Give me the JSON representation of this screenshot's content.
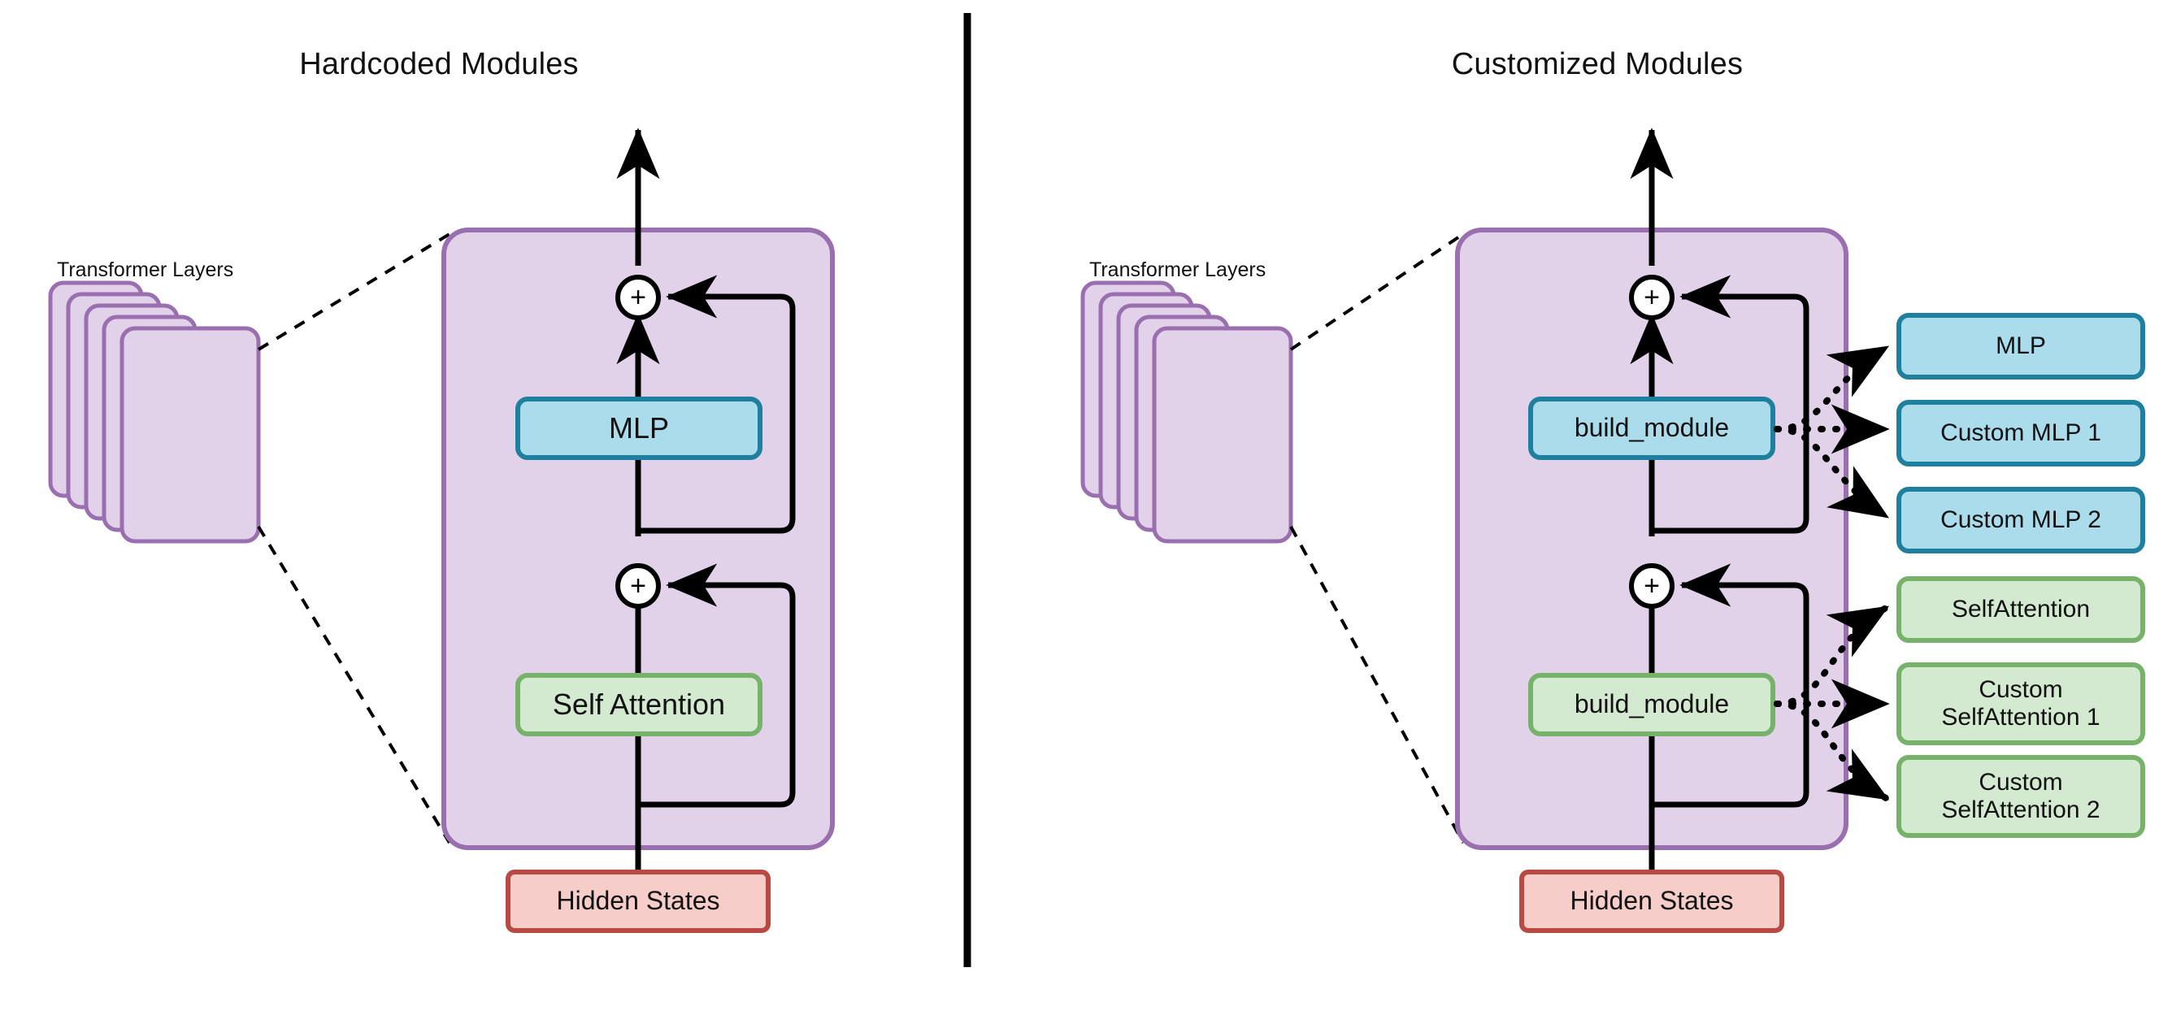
{
  "figure": {
    "kind": "architecture-diagram",
    "background": "#ffffff",
    "divider_color": "#000000"
  },
  "panels": [
    {
      "id": "hardcoded",
      "title": "Hardcoded Modules",
      "stack_label": "Transformer Layers",
      "stack_count": 5,
      "bottom_input": "Hidden States",
      "blocks": [
        {
          "id": "mlp",
          "label": "MLP",
          "kind": "mlp"
        },
        {
          "id": "self-attention",
          "label": "Self Attention",
          "kind": "attention"
        }
      ],
      "adders": [
        "+",
        "+"
      ],
      "module_options": []
    },
    {
      "id": "customized",
      "title": "Customized Modules",
      "stack_label": "Transformer Layers",
      "stack_count": 5,
      "bottom_input": "Hidden States",
      "blocks": [
        {
          "id": "build-module-mlp",
          "label": "build_module",
          "kind": "mlp"
        },
        {
          "id": "build-module-attention",
          "label": "build_module",
          "kind": "attention"
        }
      ],
      "adders": [
        "+",
        "+"
      ],
      "module_options": [
        {
          "id": "mlp",
          "label": "MLP",
          "kind": "mlp",
          "lines": [
            "MLP"
          ]
        },
        {
          "id": "custom-mlp-1",
          "label": "Custom MLP 1",
          "kind": "mlp",
          "lines": [
            "Custom MLP 1"
          ]
        },
        {
          "id": "custom-mlp-2",
          "label": "Custom MLP 2",
          "kind": "mlp",
          "lines": [
            "Custom MLP 2"
          ]
        },
        {
          "id": "selfattention",
          "label": "SelfAttention",
          "kind": "attention",
          "lines": [
            "SelfAttention"
          ]
        },
        {
          "id": "custom-selfattention-1",
          "label": "Custom SelfAttention 1",
          "kind": "attention",
          "lines": [
            "Custom",
            "SelfAttention 1"
          ]
        },
        {
          "id": "custom-selfattention-2",
          "label": "Custom SelfAttention 2",
          "kind": "attention",
          "lines": [
            "Custom",
            "SelfAttention 2"
          ]
        }
      ]
    }
  ],
  "colors": {
    "layer_fill": "#e2d2e9",
    "layer_stroke": "#9a6fb0",
    "mlp_fill": "#aadcec",
    "mlp_stroke": "#1f7f9e",
    "attention_fill": "#d3ead0",
    "attention_stroke": "#77b26b",
    "hidden_fill": "#f6cdc9",
    "hidden_stroke": "#b94a43",
    "line": "#000000"
  },
  "labels": {
    "plus": "+"
  }
}
